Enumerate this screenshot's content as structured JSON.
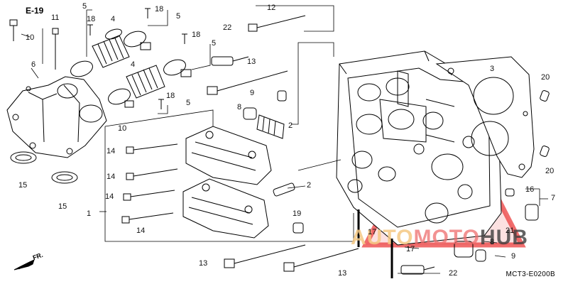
{
  "diagram": {
    "section_code": "E-19",
    "catalog_code": "MCT3-E0200B",
    "direction_label": "FR.",
    "watermark": {
      "part1": "AUTO",
      "part2": "MOTO",
      "part3": "HUB"
    },
    "callouts": {
      "c1": "1",
      "c2a": "2",
      "c2b": "2",
      "c3": "3",
      "c4a": "4",
      "c4b": "4",
      "c5a": "5",
      "c5b": "5",
      "c5c": "5",
      "c5d": "5",
      "c6": "6",
      "c7": "7",
      "c8a": "8",
      "c8b": "8",
      "c9a": "9",
      "c9b": "9",
      "c10a": "10",
      "c10b": "10",
      "c11": "11",
      "c12": "12",
      "c13a": "13",
      "c13b": "13",
      "c13c": "13",
      "c14a": "14",
      "c14b": "14",
      "c14c": "14",
      "c14d": "14",
      "c15a": "15",
      "c15b": "15",
      "c16": "16",
      "c17a": "17",
      "c17b": "17",
      "c18a": "18",
      "c18b": "18",
      "c18c": "18",
      "c18d": "18",
      "c19": "19",
      "c20a": "20",
      "c20b": "20",
      "c21": "21",
      "c22a": "22",
      "c22b": "22"
    }
  }
}
